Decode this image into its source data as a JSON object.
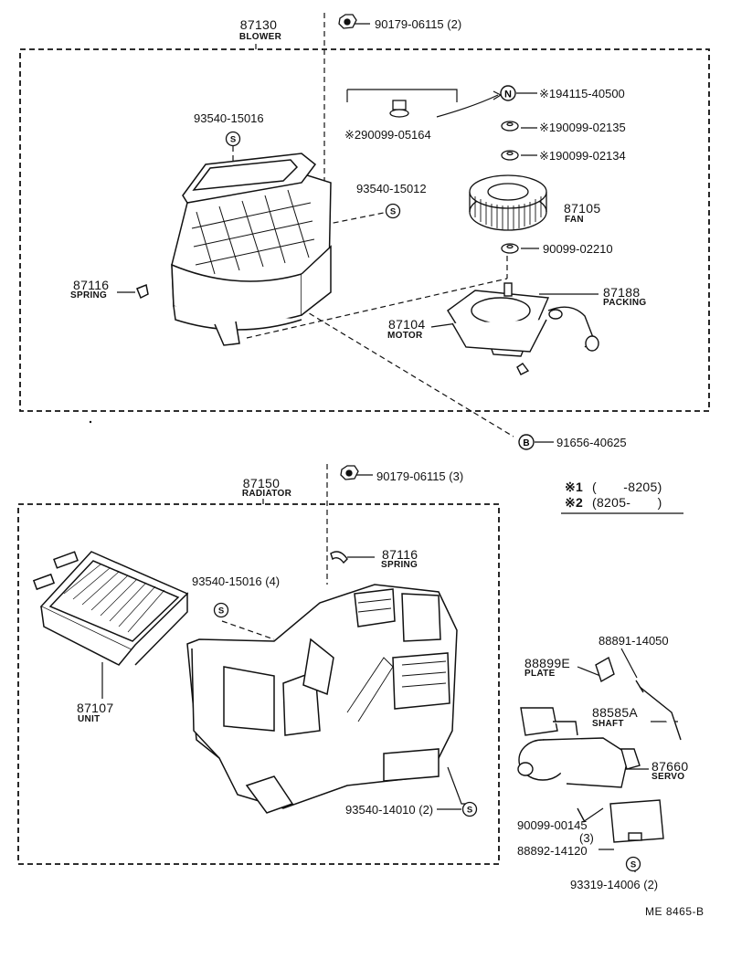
{
  "blower": {
    "title": "87130",
    "title_label": "BLOWER",
    "bolt_top": "90179-06115 (2)",
    "screw_left": "93540-15016",
    "screw_mid": "93540-15012",
    "spring_num": "87116",
    "spring_label": "SPRING",
    "n_part": "※194115-40500",
    "washer1": "※190099-02135",
    "washer2": "※190099-02134",
    "nut2": "※290099-05164",
    "fan_num": "87105",
    "fan_label": "FAN",
    "washer3": "90099-02210",
    "packing_num": "87188",
    "packing_label": "PACKING",
    "motor_num": "87104",
    "motor_label": "MOTOR",
    "b_part": "91656-40625"
  },
  "radiator": {
    "title": "87150",
    "title_label": "RADIATOR",
    "bolt_top": "90179-06115 (3)",
    "spring_num": "87116",
    "spring_label": "SPRING",
    "screw": "93540-15016 (4)",
    "unit_num": "87107",
    "unit_label": "UNIT",
    "screw_bottom": "93540-14010 (2)"
  },
  "legend": {
    "row1_mark": "※1",
    "row1_text": "(       -8205)",
    "row2_mark": "※2",
    "row2_text": "(8205-       )"
  },
  "servo": {
    "bracket_num": "88891-14050",
    "plate_num": "88899E",
    "plate_label": "PLATE",
    "shaft_num": "88585A",
    "shaft_label": "SHAFT",
    "servo_num": "87660",
    "servo_label": "SERVO",
    "screw_num": "90099-00145",
    "screw_qty": "(3)",
    "clip_num": "88892-14120",
    "screw2_num": "93319-14006 (2)"
  },
  "footer": {
    "code": "ME  8465-B"
  }
}
